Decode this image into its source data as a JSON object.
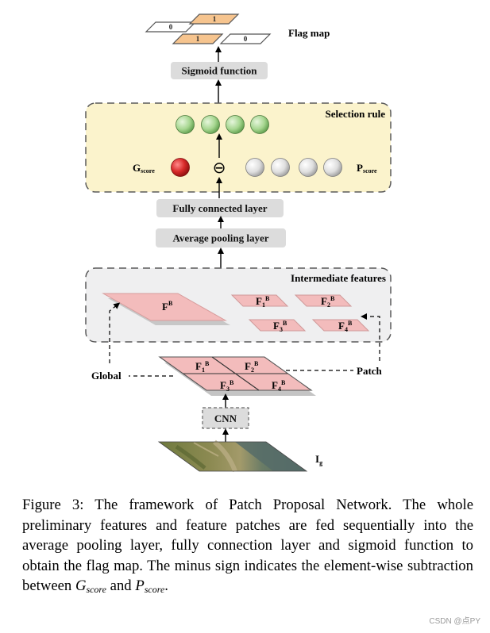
{
  "diagram": {
    "flag_map": {
      "title": "Flag map",
      "cells": [
        "0",
        "1",
        "1",
        "0"
      ]
    },
    "sigmoid_label": "Sigmoid  function",
    "selection_rule": {
      "title": "Selection rule",
      "g_label": "G",
      "g_sub": "score",
      "p_label": "P",
      "p_sub": "score",
      "operator": "⊖"
    },
    "fc_label": "Fully connected layer",
    "pool_label": "Average pooling layer",
    "intermediate": {
      "title": "Intermediate features",
      "fb": "F",
      "fb_sup": "B"
    },
    "patches": [
      {
        "name": "F",
        "sub": "1",
        "sup": "B"
      },
      {
        "name": "F",
        "sub": "2",
        "sup": "B"
      },
      {
        "name": "F",
        "sub": "3",
        "sup": "B"
      },
      {
        "name": "F",
        "sub": "4",
        "sup": "B"
      }
    ],
    "global_label": "Global",
    "patch_label": "Patch",
    "cnn_label": "CNN",
    "input": {
      "name": "I",
      "sub": "g"
    },
    "colors": {
      "yellow_bg": "#fbf3cc",
      "gray_bg": "#efeff0",
      "pink": "#f3bcbc",
      "green": "#9fd08a",
      "red": "#d62424",
      "orange": "#f6c48e",
      "box_gray": "#dcdcdc"
    }
  },
  "caption": {
    "lead": "Figure 3: The framework of Patch Proposal Network. The whole preliminary features and feature patches are fed sequentially into the average pooling layer, fully connection layer and sigmoid function to obtain the flag map. The minus sign indicates the element-wise subtraction between",
    "g": "G",
    "g_sub": "score",
    "mid": "and",
    "p": "P",
    "p_sub": "score",
    "end": "."
  },
  "watermark": "CSDN @点PY"
}
